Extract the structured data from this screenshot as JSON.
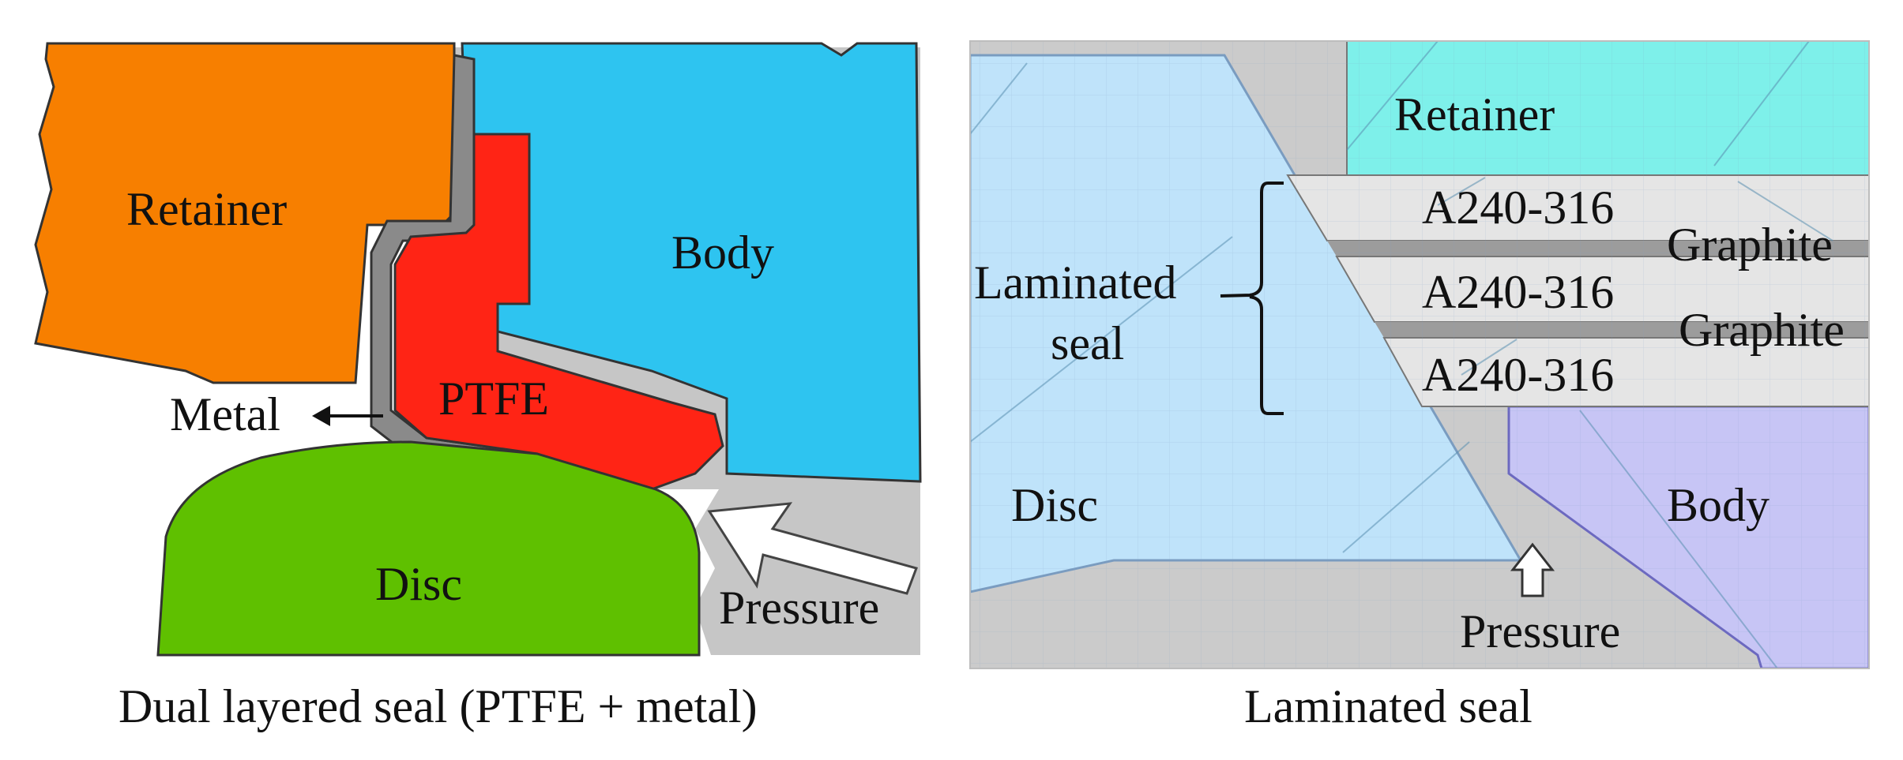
{
  "colors": {
    "retainer_left": "#f77f00",
    "body_left": "#2ec4f0",
    "ptfe": "#ff2415",
    "disc_left": "#5fc000",
    "metal_layer": "#8a8a8a",
    "gap": "#c6c6c6",
    "outline": "#333333",
    "retainer_right": "#7ef0ea",
    "disc_right": "#bfe3fa",
    "body_right": "#c7c5f5",
    "steel_layer": "#e5e5e5",
    "graphite_layer": "#9c9c9c",
    "right_background": "#cbcbcb"
  },
  "left_panel": {
    "labels": {
      "retainer": "Retainer",
      "body": "Body",
      "ptfe": "PTFE",
      "metal": "Metal",
      "disc": "Disc",
      "pressure": "Pressure"
    },
    "caption": "Dual layered seal (PTFE + metal)"
  },
  "right_panel": {
    "labels": {
      "retainer": "Retainer",
      "layer1": "A240-316",
      "layer2": "A240-316",
      "layer3": "A240-316",
      "graphite1": "Graphite",
      "graphite2": "Graphite",
      "laminated_line1": "Laminated",
      "laminated_line2": "seal",
      "disc": "Disc",
      "body": "Body",
      "pressure": "Pressure"
    },
    "caption": "Laminated seal"
  }
}
